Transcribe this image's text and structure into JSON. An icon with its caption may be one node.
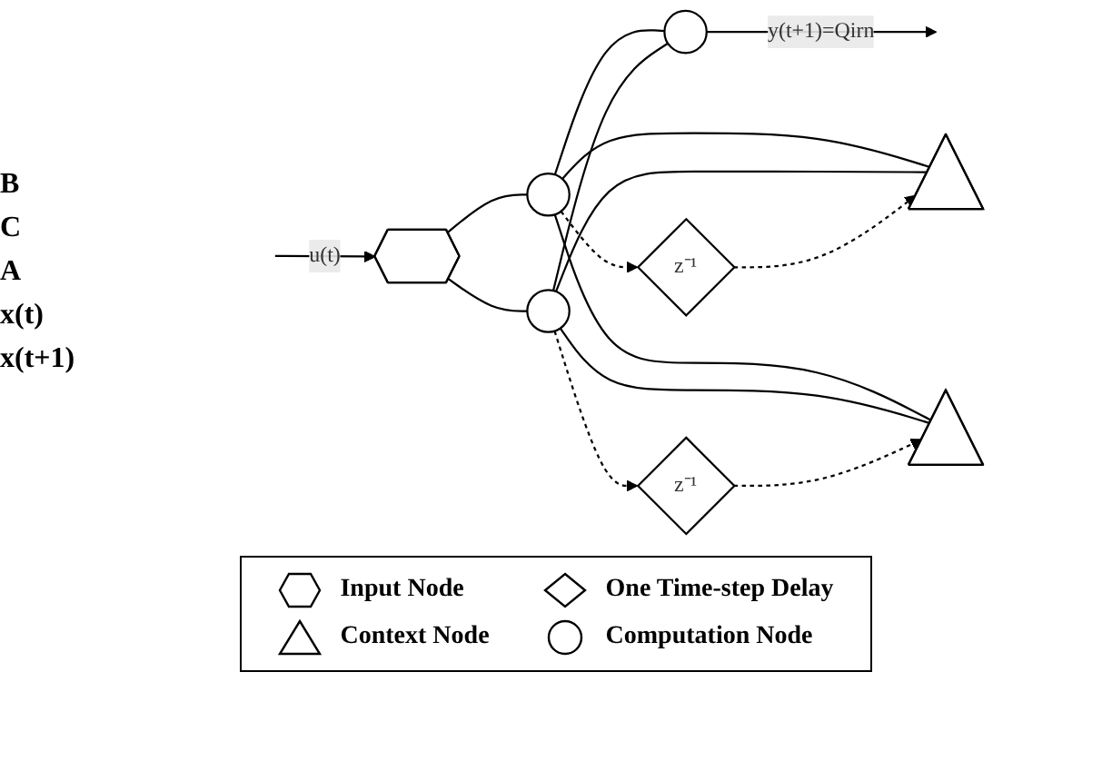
{
  "diagram": {
    "nodes": [
      {
        "text": [],
        "shape": "hexagon"
      },
      {
        "text": [],
        "shape": "circle"
      },
      {
        "text": [],
        "shape": "circle"
      },
      {
        "text": [],
        "shape": "circle"
      },
      {
        "text": [
          "z⁻¹"
        ]
      },
      {
        "text": [],
        "shape": "triangle"
      },
      {
        "text": [
          "z⁻¹"
        ]
      },
      {
        "text": [],
        "shape": "triangle"
      }
    ],
    "edges": [
      {
        "from": null,
        "to": 0,
        "arrow": "to",
        "label": "u(t)"
      },
      {
        "from": 0,
        "to": 1,
        "arrow": "none"
      },
      {
        "from": 0,
        "to": 3,
        "arrow": "none"
      },
      {
        "from": 1,
        "to": 2,
        "arrow": "none"
      },
      {
        "from": 3,
        "to": 2,
        "arrow": "none"
      },
      {
        "from": 2,
        "to": null,
        "arrow": "to",
        "label": "y(t+1)=Qirn"
      },
      {
        "from": 1,
        "to": 5,
        "arrow": "none"
      },
      {
        "from": 3,
        "to": 5,
        "arrow": "none"
      },
      {
        "from": 1,
        "to": 7,
        "arrow": "none"
      },
      {
        "from": 3,
        "to": 7,
        "arrow": "none"
      },
      {
        "from": 1,
        "to": 4,
        "arrow": "to",
        "style": "dashed"
      },
      {
        "from": 3,
        "to": 6,
        "arrow": "to",
        "style": "dashed"
      },
      {
        "from": 4,
        "to": 5,
        "arrow": "to",
        "style": "dashed"
      },
      {
        "from": 6,
        "to": 7,
        "arrow": "to",
        "style": "dashed"
      }
    ],
    "labels": [
      "B",
      "C",
      "A",
      "x(t)",
      "x(t+1)"
    ],
    "legend": [
      {
        "text": "Input Node"
      },
      {
        "text": "One Time-step Delay"
      },
      {
        "text": "Context Node"
      },
      {
        "text": "Computation Node"
      }
    ]
  }
}
